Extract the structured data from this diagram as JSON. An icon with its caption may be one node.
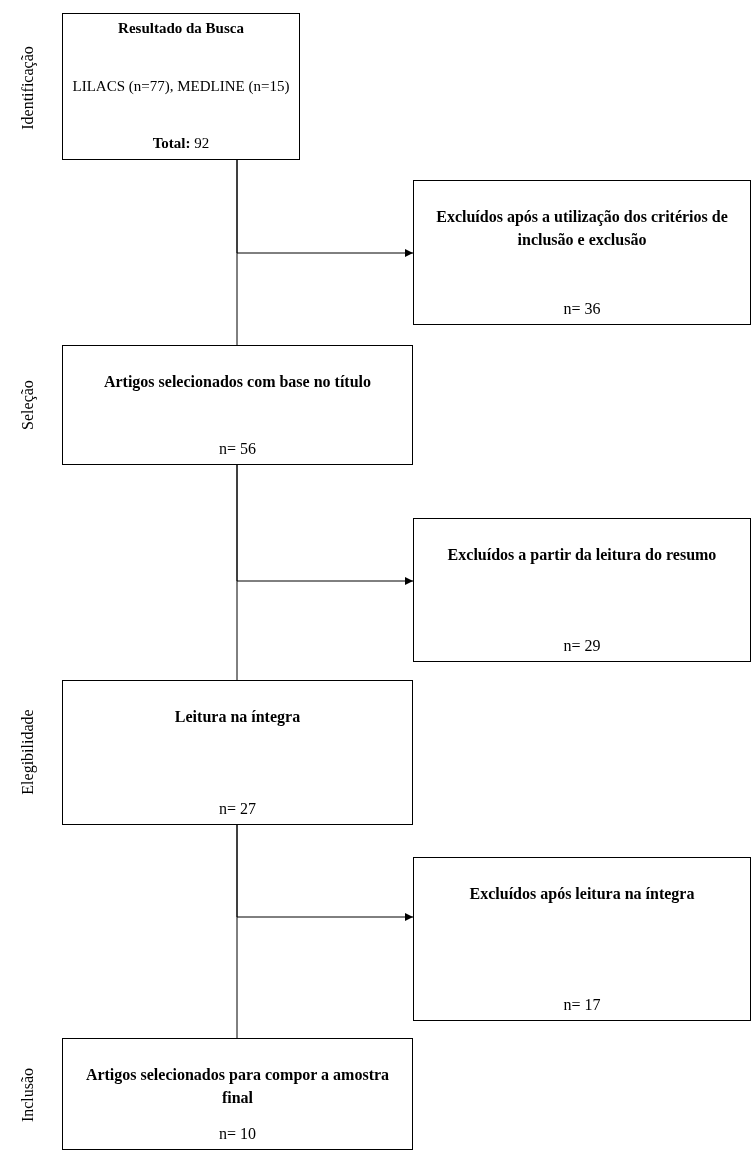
{
  "diagram": {
    "nodes": [
      {
        "text": [
          "Resultado da Busca",
          "LILACS (n=77), MEDLINE (n=15)",
          "**Total:** 92"
        ]
      },
      {
        "text": [
          "Excluídos após a utilização dos critérios de inclusão e exclusão",
          "n= 36"
        ]
      },
      {
        "text": [
          "Artigos selecionados com base no título",
          "n= 56"
        ]
      },
      {
        "text": [
          "Excluídos a partir da leitura do resumo",
          "n= 29"
        ]
      },
      {
        "text": [
          "Leitura na íntegra",
          "n= 27"
        ]
      },
      {
        "text": [
          "Excluídos após leitura na íntegra",
          "n= 17"
        ]
      },
      {
        "text": [
          "Artigos selecionados para compor a amostra final",
          "n= 10"
        ]
      }
    ],
    "edges": [
      {
        "from": 0,
        "to": 2,
        "arrow": "none"
      },
      {
        "from": 0,
        "to": 1,
        "arrow": "to"
      },
      {
        "from": 2,
        "to": 4,
        "arrow": "none"
      },
      {
        "from": 2,
        "to": 3,
        "arrow": "to"
      },
      {
        "from": 4,
        "to": 6,
        "arrow": "none"
      },
      {
        "from": 4,
        "to": 5,
        "arrow": "to"
      }
    ],
    "labels": [
      "Identificação",
      "Seleção",
      "Elegibilidade",
      "Inclusão"
    ]
  }
}
